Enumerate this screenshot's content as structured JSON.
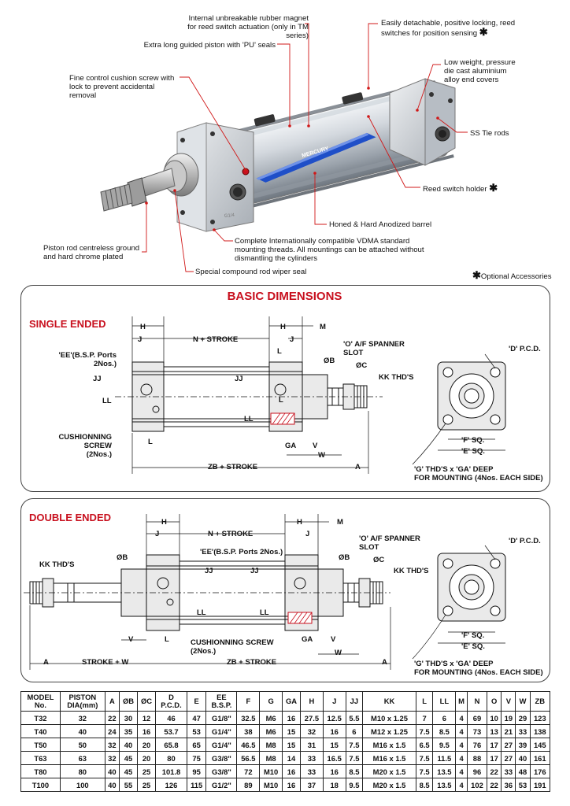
{
  "callouts": {
    "magnet": "Internal unbreakable rubber magnet\nfor reed switch actuation (only in TM series)",
    "piston": "Extra long guided piston with 'PU' seals",
    "cushion": "Fine control cushion screw with\nlock to prevent accidental removal",
    "reed_switch": "Easily detachable, positive locking, reed\nswitches for position sensing",
    "end_covers": "Low weight, pressure\ndie cast aluminium\nalloy end covers",
    "tie_rods": "SS Tie rods",
    "reed_holder": "Reed switch holder",
    "barrel": "Honed & Hard Anodized barrel",
    "rod": "Piston rod centreless ground\nand hard chrome plated",
    "vdma": "Complete Internationally compatible VDMA standard\nmounting threads. All mountings can be attached without\ndismantling the cylinders",
    "wiper": "Special compound rod wiper seal",
    "optional": "Optional Accessories",
    "brand": "MERCURY"
  },
  "title": "BASIC DIMENSIONS",
  "single": {
    "title": "SINGLE ENDED",
    "labels": {
      "H": "H",
      "J": "J",
      "NS": "N + STROKE",
      "M": "M",
      "L": "L",
      "spanner": "'O' A/F SPANNER\nSLOT",
      "pcd": "'D' P.C.D.",
      "ee": "'EE'(B.S.P. Ports\n2Nos.)",
      "ob": "ØB",
      "oc": "ØC",
      "kk": "KK THD'S",
      "jj": "JJ",
      "ll": "LL",
      "cush": "CUSHIONNING SCREW\n(2Nos.)",
      "ga": "GA",
      "v": "V",
      "w": "W",
      "zb": "ZB + STROKE",
      "a": "A",
      "fsq": "'F' SQ.",
      "esq": "'E' SQ.",
      "g": "'G' THD'S x 'GA' DEEP\nFOR MOUNTING (4Nos. EACH SIDE)"
    }
  },
  "double": {
    "title": "DOUBLE ENDED",
    "labels": {
      "H": "H",
      "J": "J",
      "NS": "N + STROKE",
      "M": "M",
      "spanner": "'O' A/F SPANNER\nSLOT",
      "pcd": "'D' P.C.D.",
      "ee": "'EE'(B.S.P. Ports 2Nos.)",
      "ob": "ØB",
      "oc": "ØC",
      "kk": "KK THD'S",
      "jj": "JJ",
      "ll": "LL",
      "l": "L",
      "cush": "CUSHIONNING SCREW\n(2Nos.)",
      "ga": "GA",
      "v": "V",
      "w": "W",
      "a": "A",
      "sw": "STROKE + W",
      "zb": "ZB + STROKE",
      "fsq": "'F' SQ.",
      "esq": "'E' SQ.",
      "g": "'G' THD'S x 'GA' DEEP\nFOR MOUNTING (4Nos. EACH SIDE)"
    }
  },
  "table": {
    "headers": [
      "MODEL\nNo.",
      "PISTON\nDIA(mm)",
      "A",
      "ØB",
      "ØC",
      "D\nP.C.D.",
      "E",
      "EE\nB.S.P.",
      "F",
      "G",
      "GA",
      "H",
      "J",
      "JJ",
      "KK",
      "L",
      "LL",
      "M",
      "N",
      "O",
      "V",
      "W",
      "ZB"
    ],
    "rows": [
      [
        "T32",
        "32",
        "22",
        "30",
        "12",
        "46",
        "47",
        "G1/8\"",
        "32.5",
        "M6",
        "16",
        "27.5",
        "12.5",
        "5.5",
        "M10 x 1.25",
        "7",
        "6",
        "4",
        "69",
        "10",
        "19",
        "29",
        "123"
      ],
      [
        "T40",
        "40",
        "24",
        "35",
        "16",
        "53.7",
        "53",
        "G1/4\"",
        "38",
        "M6",
        "15",
        "32",
        "16",
        "6",
        "M12 x 1.25",
        "7.5",
        "8.5",
        "4",
        "73",
        "13",
        "21",
        "33",
        "138"
      ],
      [
        "T50",
        "50",
        "32",
        "40",
        "20",
        "65.8",
        "65",
        "G1/4\"",
        "46.5",
        "M8",
        "15",
        "31",
        "15",
        "7.5",
        "M16 x 1.5",
        "6.5",
        "9.5",
        "4",
        "76",
        "17",
        "27",
        "39",
        "145"
      ],
      [
        "T63",
        "63",
        "32",
        "45",
        "20",
        "80",
        "75",
        "G3/8\"",
        "56.5",
        "M8",
        "14",
        "33",
        "16.5",
        "7.5",
        "M16 x 1.5",
        "7.5",
        "11.5",
        "4",
        "88",
        "17",
        "27",
        "40",
        "161"
      ],
      [
        "T80",
        "80",
        "40",
        "45",
        "25",
        "101.8",
        "95",
        "G3/8\"",
        "72",
        "M10",
        "16",
        "33",
        "16",
        "8.5",
        "M20 x 1.5",
        "7.5",
        "13.5",
        "4",
        "96",
        "22",
        "33",
        "48",
        "176"
      ],
      [
        "T100",
        "100",
        "40",
        "55",
        "25",
        "126",
        "115",
        "G1/2\"",
        "89",
        "M10",
        "16",
        "37",
        "18",
        "9.5",
        "M20 x 1.5",
        "8.5",
        "13.5",
        "4",
        "102",
        "22",
        "36",
        "53",
        "191"
      ]
    ]
  },
  "colors": {
    "accent": "#c8101e",
    "leader": "#d01818",
    "barrel": "#c9cfd6",
    "stripe": "#1f4fc8",
    "drawing_fill": "#e8e8e8",
    "hatch": "#c8101e"
  }
}
